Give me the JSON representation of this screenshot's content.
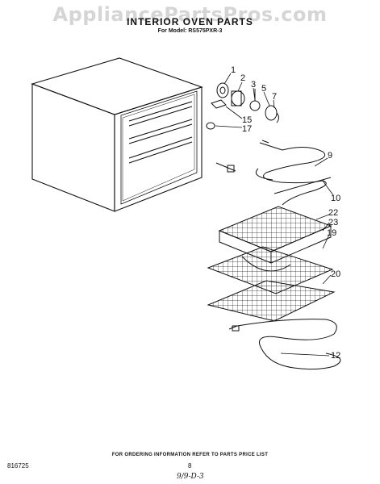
{
  "watermark": "AppliancePartsPros.com",
  "title": "INTERIOR OVEN PARTS",
  "subtitle": "For Model: RS575PXR-3",
  "callouts": [
    "1",
    "2",
    "3",
    "5",
    "7",
    "15",
    "17",
    "9",
    "10",
    "22",
    "23",
    "19",
    "20",
    "12"
  ],
  "footer": {
    "note": "FOR ORDERING INFORMATION REFER TO PARTS PRICE LIST",
    "doc_number": "816725",
    "page_number": "8",
    "date_mark": "9/9-D-3"
  }
}
